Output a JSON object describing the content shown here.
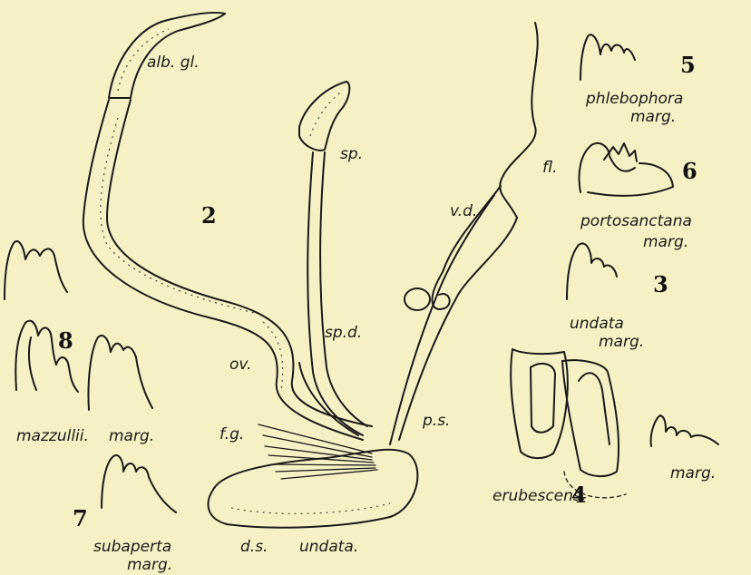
{
  "plate": {
    "figure_numbers": {
      "fig2": "2",
      "fig3": "3",
      "fig4": "4",
      "fig5": "5",
      "fig6": "6",
      "fig7": "7",
      "fig8": "8"
    },
    "labels": {
      "alb_gl": "alb. gl.",
      "sp": "sp.",
      "fl": "fl.",
      "vd": "v.d.",
      "spd": "sp.d.",
      "ov": "ov.",
      "fg": "f.g.",
      "ps": "p.s.",
      "ds": "d.s.",
      "undata_species": "undata.",
      "phlebophora": "phlebophora",
      "phlebophora_marg": "marg.",
      "portosanctana": "portosanctana",
      "portosanctana_marg": "marg.",
      "undata_teeth": "undata",
      "undata_marg": "marg.",
      "erubescens": "erubescens.",
      "erubescens_marg": "marg.",
      "mazzullii": "mazzullii.",
      "mazzullii_marg": "marg.",
      "subaperta": "subaperta",
      "subaperta_marg": "marg."
    }
  }
}
